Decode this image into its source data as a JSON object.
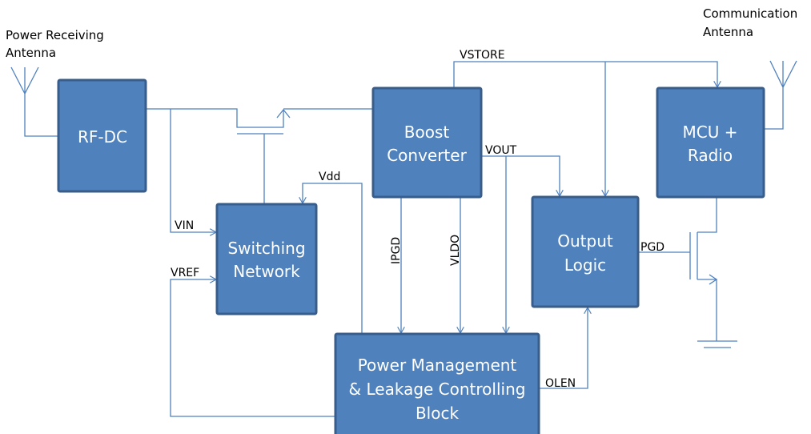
{
  "diagram": {
    "title": "Wireless power harvesting system block diagram",
    "blocks": {
      "rfdc": {
        "lines": [
          "RF-DC"
        ]
      },
      "boost": {
        "lines": [
          "Boost",
          "Converter"
        ]
      },
      "mcu": {
        "lines": [
          "MCU +",
          "Radio"
        ]
      },
      "switching": {
        "lines": [
          "Switching",
          "Network"
        ]
      },
      "output_logic": {
        "lines": [
          "Output",
          "Logic"
        ]
      },
      "power_mgmt": {
        "lines": [
          "Power Management",
          "& Leakage Controlling",
          "Block"
        ]
      }
    },
    "signals": {
      "vstore": "VSTORE",
      "vout": "VOUT",
      "vdd": "Vdd",
      "vin": "VIN",
      "vref": "VREF",
      "ipgd": "IPGD",
      "vldo": "VLDO",
      "pgd": "PGD",
      "olen": "OLEN"
    },
    "annotations": {
      "power_antenna": [
        "Power Receiving",
        "Antenna"
      ],
      "comm_antenna": [
        "Communication",
        "Antenna"
      ]
    },
    "colors": {
      "block_fill": "#4f81bd",
      "block_border": "#385d8a",
      "wire": "#4f81bd",
      "block_text": "#ffffff"
    }
  }
}
